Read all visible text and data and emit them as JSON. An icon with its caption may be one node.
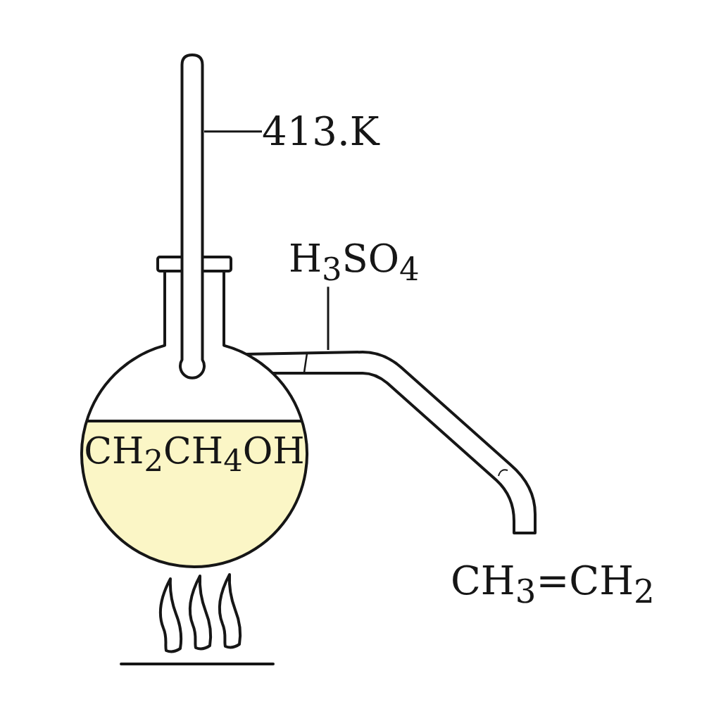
{
  "diagram": {
    "nodes": [
      {
        "text": [
          "413.K"
        ]
      },
      {
        "text": [],
        "shape": "thermometer"
      },
      {
        "text": [
          "H$_{3}$SO$_{4}$"
        ]
      },
      {
        "text": [],
        "shape": "tube"
      },
      {
        "text": [
          "CH$_{2}$CH$_{4}$OH"
        ]
      }
    ],
    "edges": [
      {
        "from": 0,
        "to": 1,
        "arrow": "none"
      },
      {
        "from": 2,
        "to": 3,
        "arrow": "none"
      }
    ],
    "labels": [
      "CH$_{3}$=CH$_{2}$"
    ]
  }
}
